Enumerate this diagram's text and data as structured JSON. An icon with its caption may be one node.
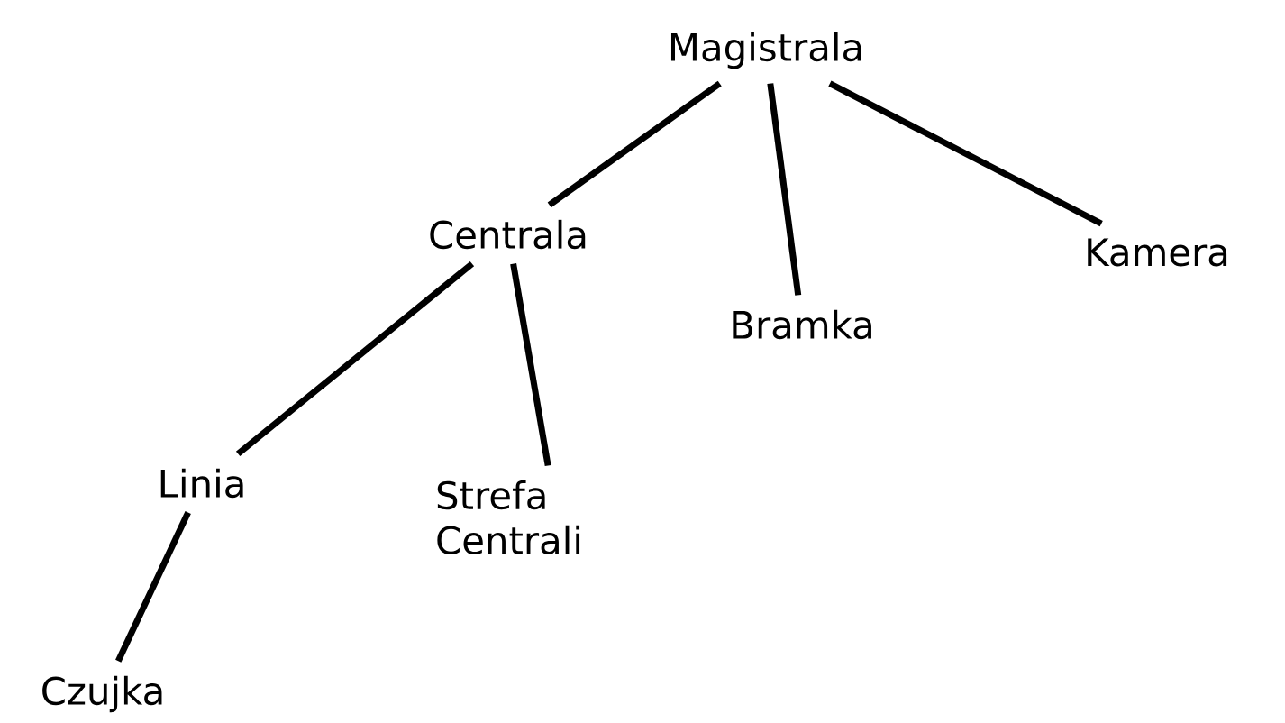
{
  "diagram": {
    "nodes": [
      {
        "text": [
          "Magistrala"
        ]
      },
      {
        "text": [
          "Centrala"
        ]
      },
      {
        "text": [
          "Bramka"
        ]
      },
      {
        "text": [
          "Kamera"
        ]
      },
      {
        "text": [
          "Linia"
        ]
      },
      {
        "text": [
          "Strefa Centrali"
        ]
      },
      {
        "text": [
          "Czujka"
        ]
      }
    ],
    "edges": [
      {
        "from": 0,
        "to": 1,
        "arrow": "none"
      },
      {
        "from": 0,
        "to": 2,
        "arrow": "none"
      },
      {
        "from": 0,
        "to": 3,
        "arrow": "none"
      },
      {
        "from": 1,
        "to": 4,
        "arrow": "none"
      },
      {
        "from": 1,
        "to": 5,
        "arrow": "none"
      },
      {
        "from": 4,
        "to": 6,
        "arrow": "none"
      }
    ]
  }
}
